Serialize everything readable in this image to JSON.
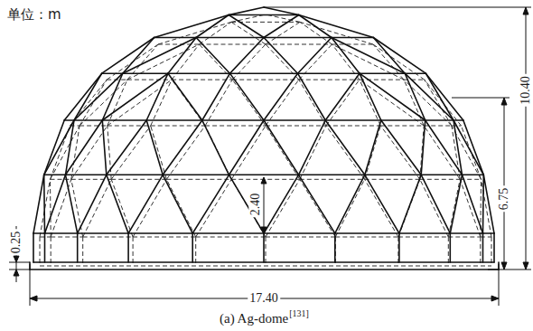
{
  "diagram": {
    "caption": "(a) Ag-dome",
    "labels": [
      "单位：m",
      "10.40",
      "6.75",
      "2.40",
      "0.25",
      "17.40",
      "[131]"
    ]
  }
}
